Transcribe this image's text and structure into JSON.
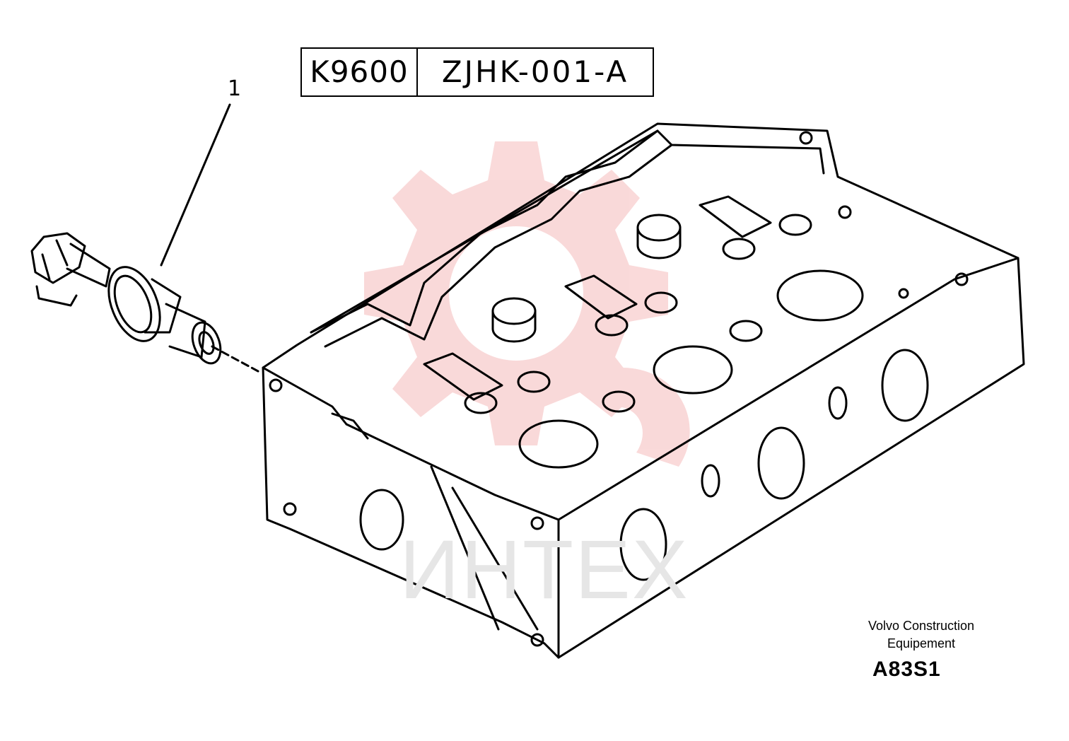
{
  "header": {
    "model_code": "K9600",
    "drawing_code": "ZJHK-001-A"
  },
  "callouts": [
    {
      "label": "1"
    }
  ],
  "footer": {
    "maker_line1": "Volvo Construction",
    "maker_line2": "Equipement",
    "figure_id": "A83S1"
  },
  "watermark": {
    "text": "ИНТЕХ",
    "gear_color": "#f7c9c9",
    "text_color": "#e6e6e6"
  },
  "colors": {
    "line": "#000000",
    "background": "#ffffff"
  }
}
